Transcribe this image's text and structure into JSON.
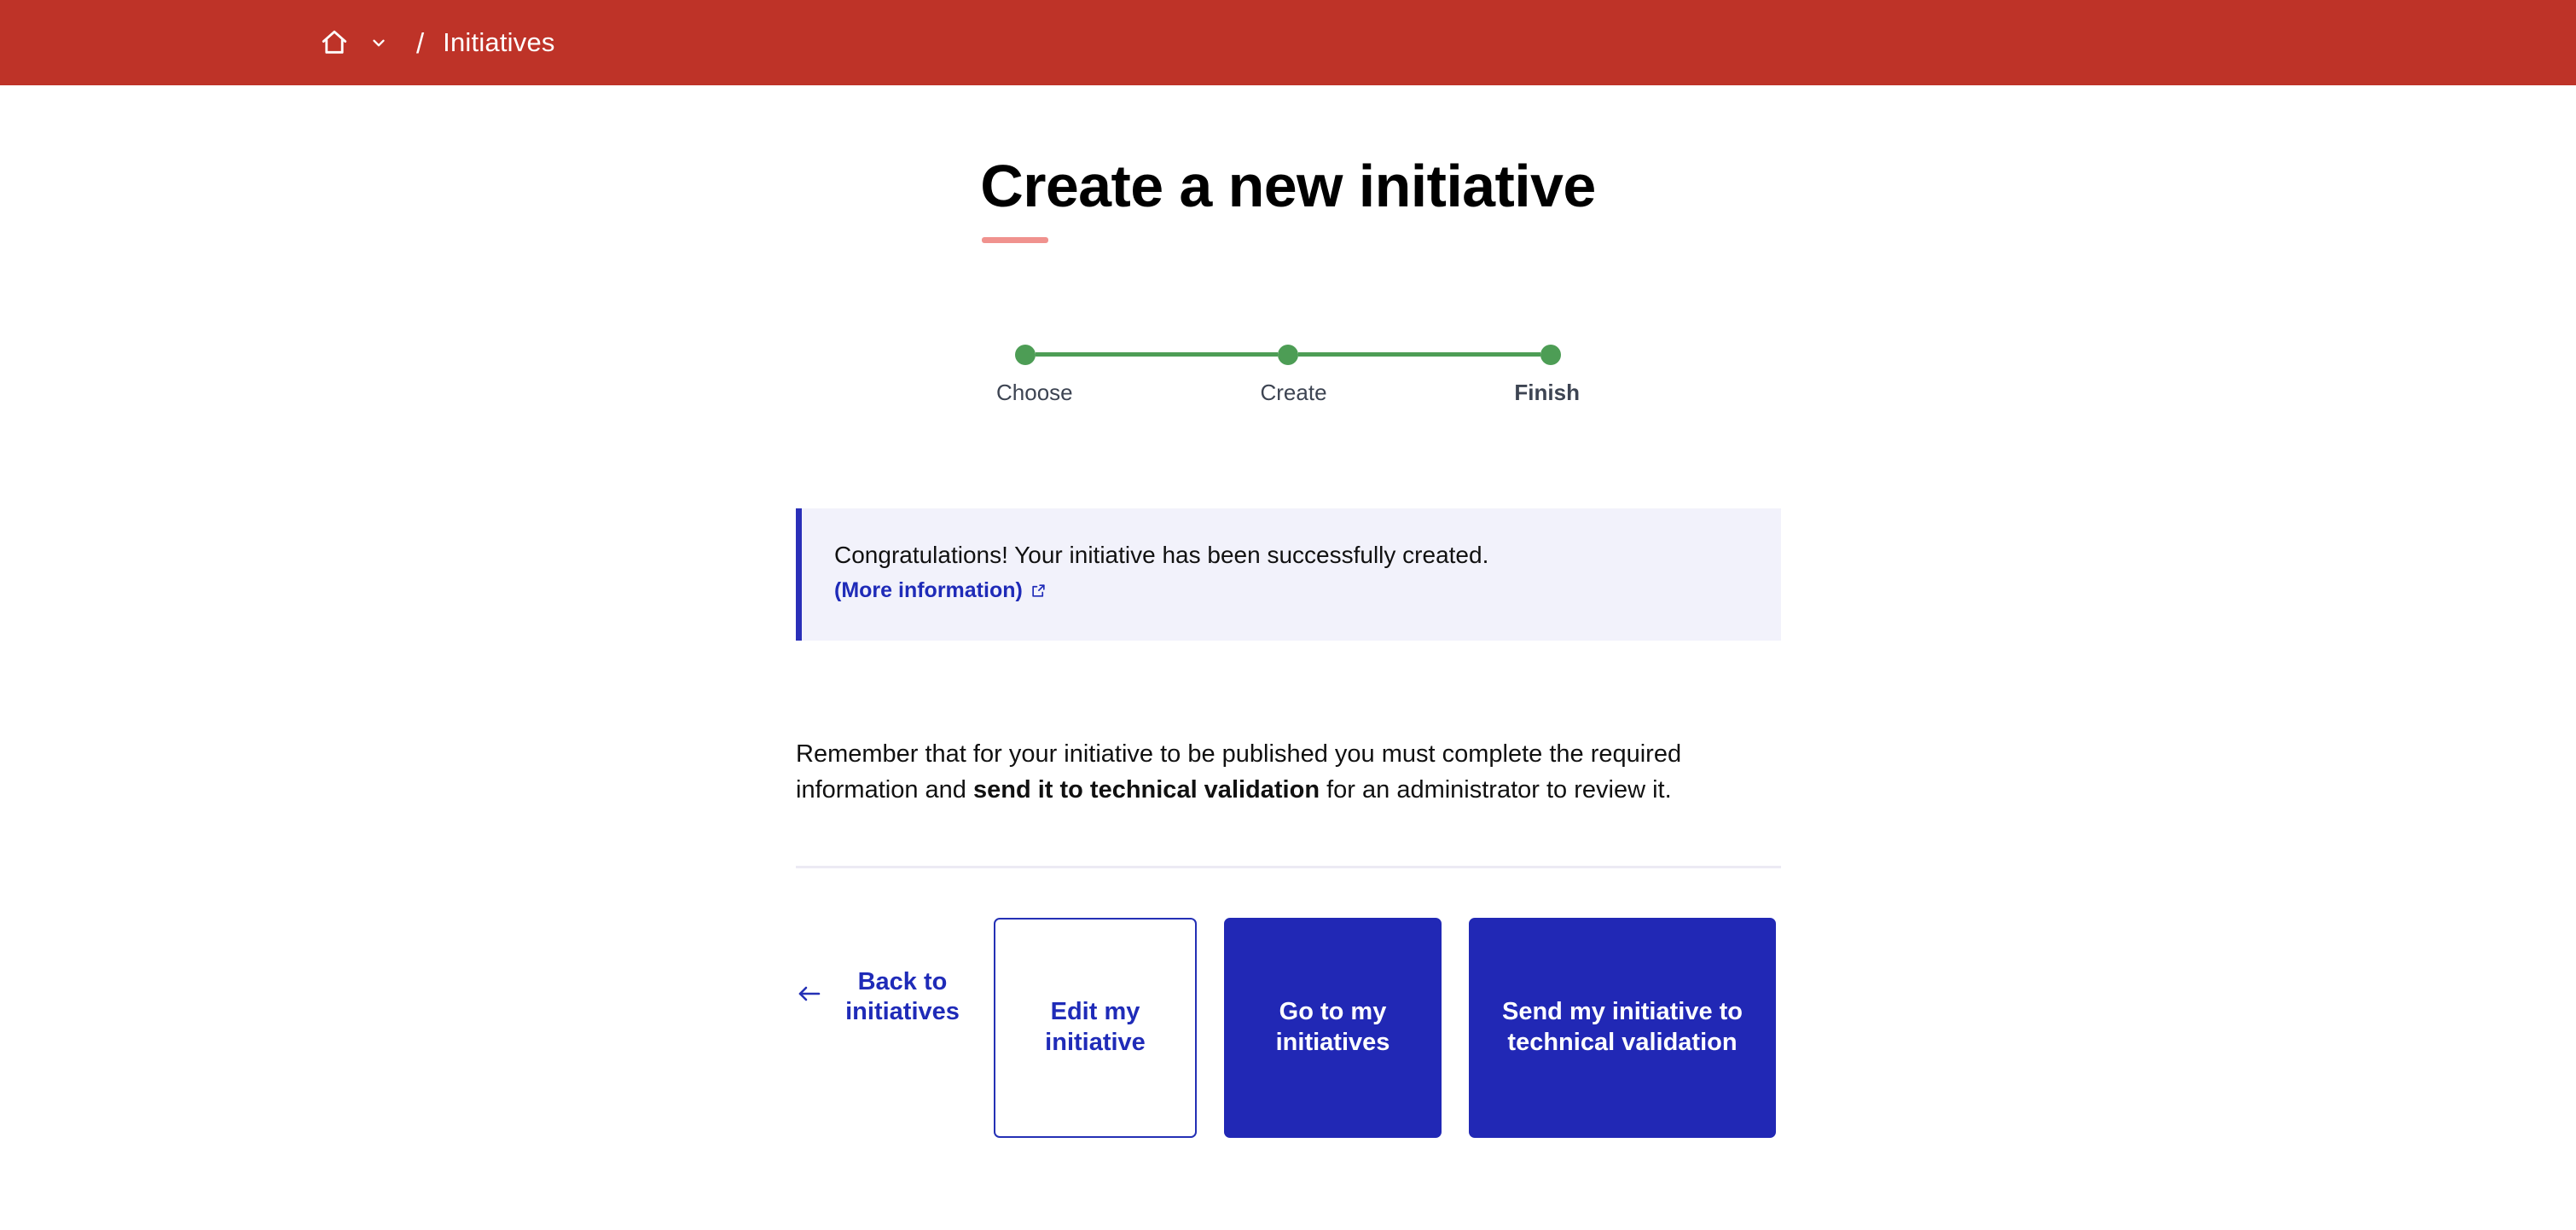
{
  "topbar": {
    "home_icon": "home-icon",
    "dropdown_icon": "chevron-down-icon",
    "separator": "/",
    "current": "Initiatives",
    "background_color": "#be3328"
  },
  "title": {
    "text": "Create a new initiative",
    "accent_color": "#f0928e"
  },
  "stepper": {
    "color": "#4d9d55",
    "steps": [
      {
        "label": "Choose",
        "state": "complete"
      },
      {
        "label": "Create",
        "state": "complete"
      },
      {
        "label": "Finish",
        "state": "active"
      }
    ]
  },
  "callout": {
    "message": "Congratulations! Your initiative has been successfully created.",
    "link_label": "(More information)",
    "link_icon": "external-link-icon",
    "background_color": "#f2f2fb",
    "accent_color": "#2a2fb8"
  },
  "note": {
    "part1": "Remember that for your initiative to be published you must complete the required information and ",
    "emphasis": "send it to technical validation",
    "part2": " for an administrator to review it."
  },
  "actions": {
    "back": {
      "icon": "arrow-left-icon",
      "label": "Back to initiatives"
    },
    "edit": {
      "label": "Edit my initiative"
    },
    "go": {
      "label": "Go to my initiatives"
    },
    "send": {
      "label": "Send my initiative to technical validation"
    },
    "primary_color": "#2128b5"
  }
}
